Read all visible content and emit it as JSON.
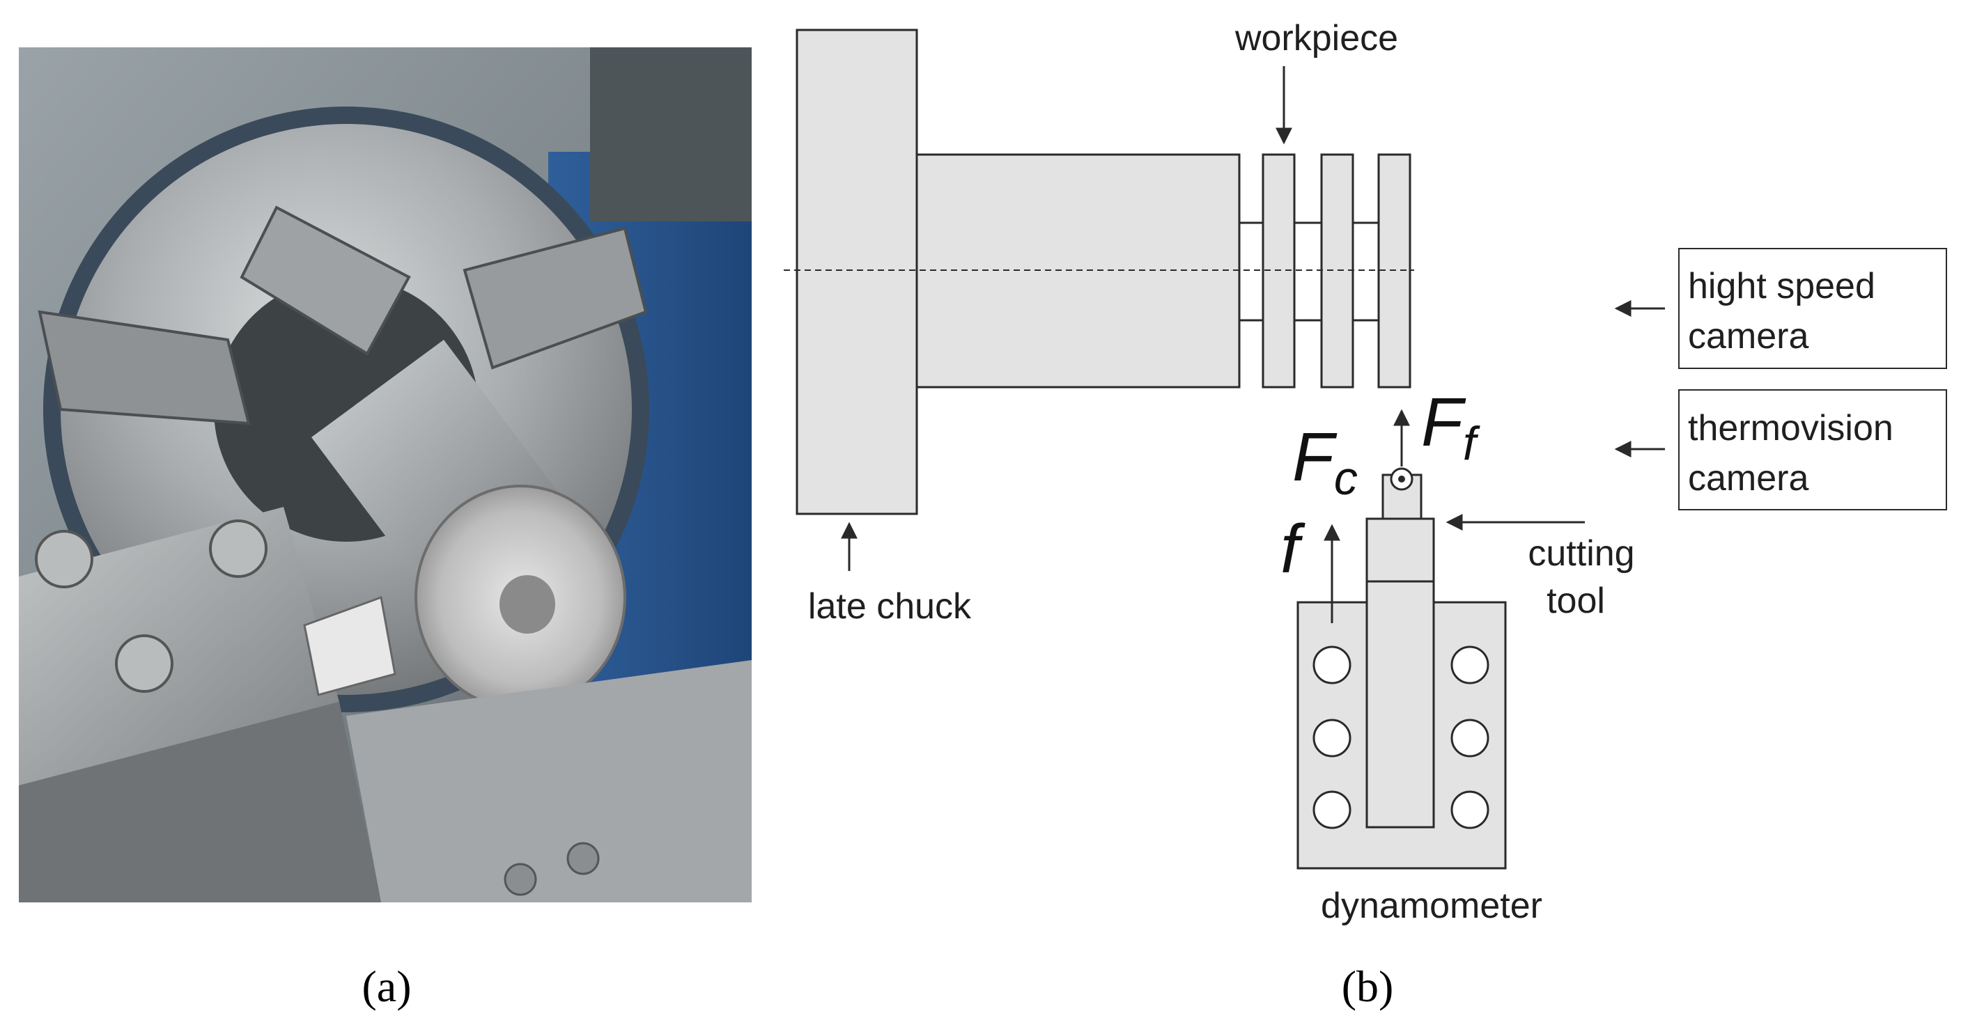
{
  "figure": {
    "panel_a": {
      "caption": "(a)",
      "image_description_icon": "lathe-chuck-photo"
    },
    "panel_b": {
      "caption": "(b)",
      "labels": {
        "workpiece": "workpiece",
        "late_chuck": "late chuck",
        "hight_speed_camera_line1": "hight speed",
        "hight_speed_camera_line2": "camera",
        "thermovision_camera_line1": "thermovision",
        "thermovision_camera_line2": "camera",
        "cutting_tool_line1": "cutting",
        "cutting_tool_line2": "tool",
        "dynamometer": "dynamometer"
      },
      "forces": {
        "fc_main": "F",
        "fc_sub": "c",
        "ff_main": "F",
        "ff_sub": "f",
        "feed": "f"
      }
    },
    "colors": {
      "part_fill": "#e3e3e3",
      "outline": "#2a2a2a",
      "text": "#1f1f1f"
    }
  }
}
